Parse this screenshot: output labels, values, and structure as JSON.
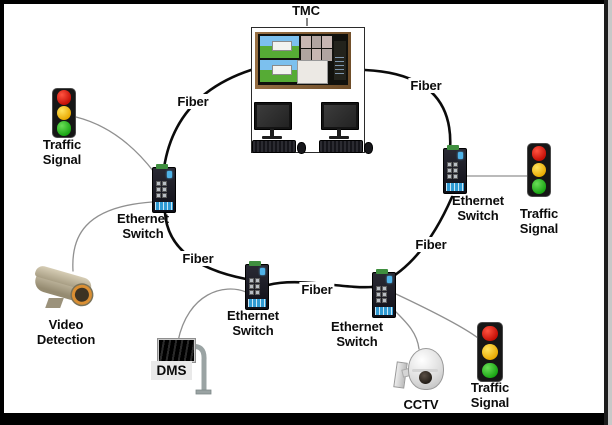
{
  "diagram": {
    "title": "TMC",
    "fiber_labels": [
      "Fiber",
      "Fiber",
      "Fiber",
      "Fiber",
      "Fiber"
    ],
    "nodes": {
      "tmc": {
        "label": "TMC"
      },
      "switch_top_left": {
        "line1": "Ethernet",
        "line2": "Switch"
      },
      "switch_top_right": {
        "line1": "Ethernet",
        "line2": "Switch"
      },
      "switch_bottom_left": {
        "line1": "Ethernet",
        "line2": "Switch"
      },
      "switch_bottom_right": {
        "line1": "Ethernet",
        "line2": "Switch"
      },
      "signal_top_left": {
        "line1": "Traffic",
        "line2": "Signal"
      },
      "signal_right": {
        "line1": "Traffic",
        "line2": "Signal"
      },
      "signal_bottom_right": {
        "line1": "Traffic",
        "line2": "Signal"
      },
      "video_detection": {
        "line1": "Video",
        "line2": "Detection"
      },
      "dms": {
        "label": "DMS"
      },
      "cctv": {
        "label": "CCTV"
      }
    },
    "colors": {
      "fiber_line": "#0b0b0b",
      "drop_line": "#909090",
      "signal_red": "#c40f06",
      "signal_amber": "#e8a800",
      "signal_green": "#17a312",
      "switch_accent_blue": "#2f9ad2",
      "switch_accent_green": "#3f8f3f",
      "frame": "#000000",
      "background": "#ffffff"
    }
  }
}
